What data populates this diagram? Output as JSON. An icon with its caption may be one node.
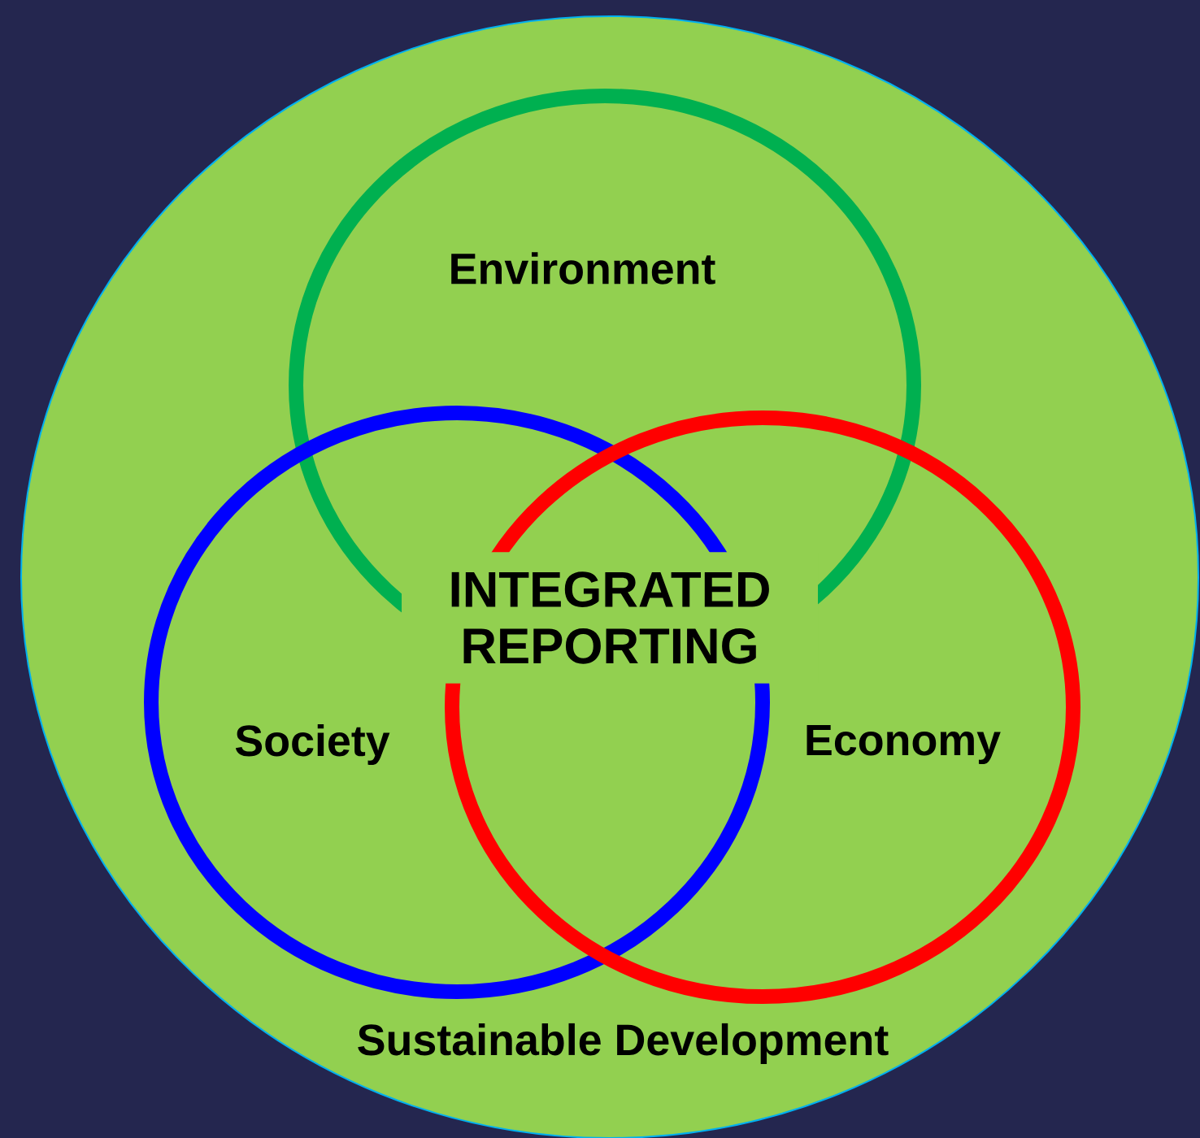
{
  "diagram": {
    "nodes": [
      {
        "text": [
          "Sustainable Development"
        ]
      },
      {
        "text": [
          "Environment"
        ],
        "in": 0
      },
      {
        "text": [
          "Society"
        ],
        "in": 0
      },
      {
        "text": [
          "Economy"
        ],
        "in": 0
      },
      {
        "text": [
          "INTEGRATED REPORTING"
        ],
        "in": 0
      }
    ]
  }
}
